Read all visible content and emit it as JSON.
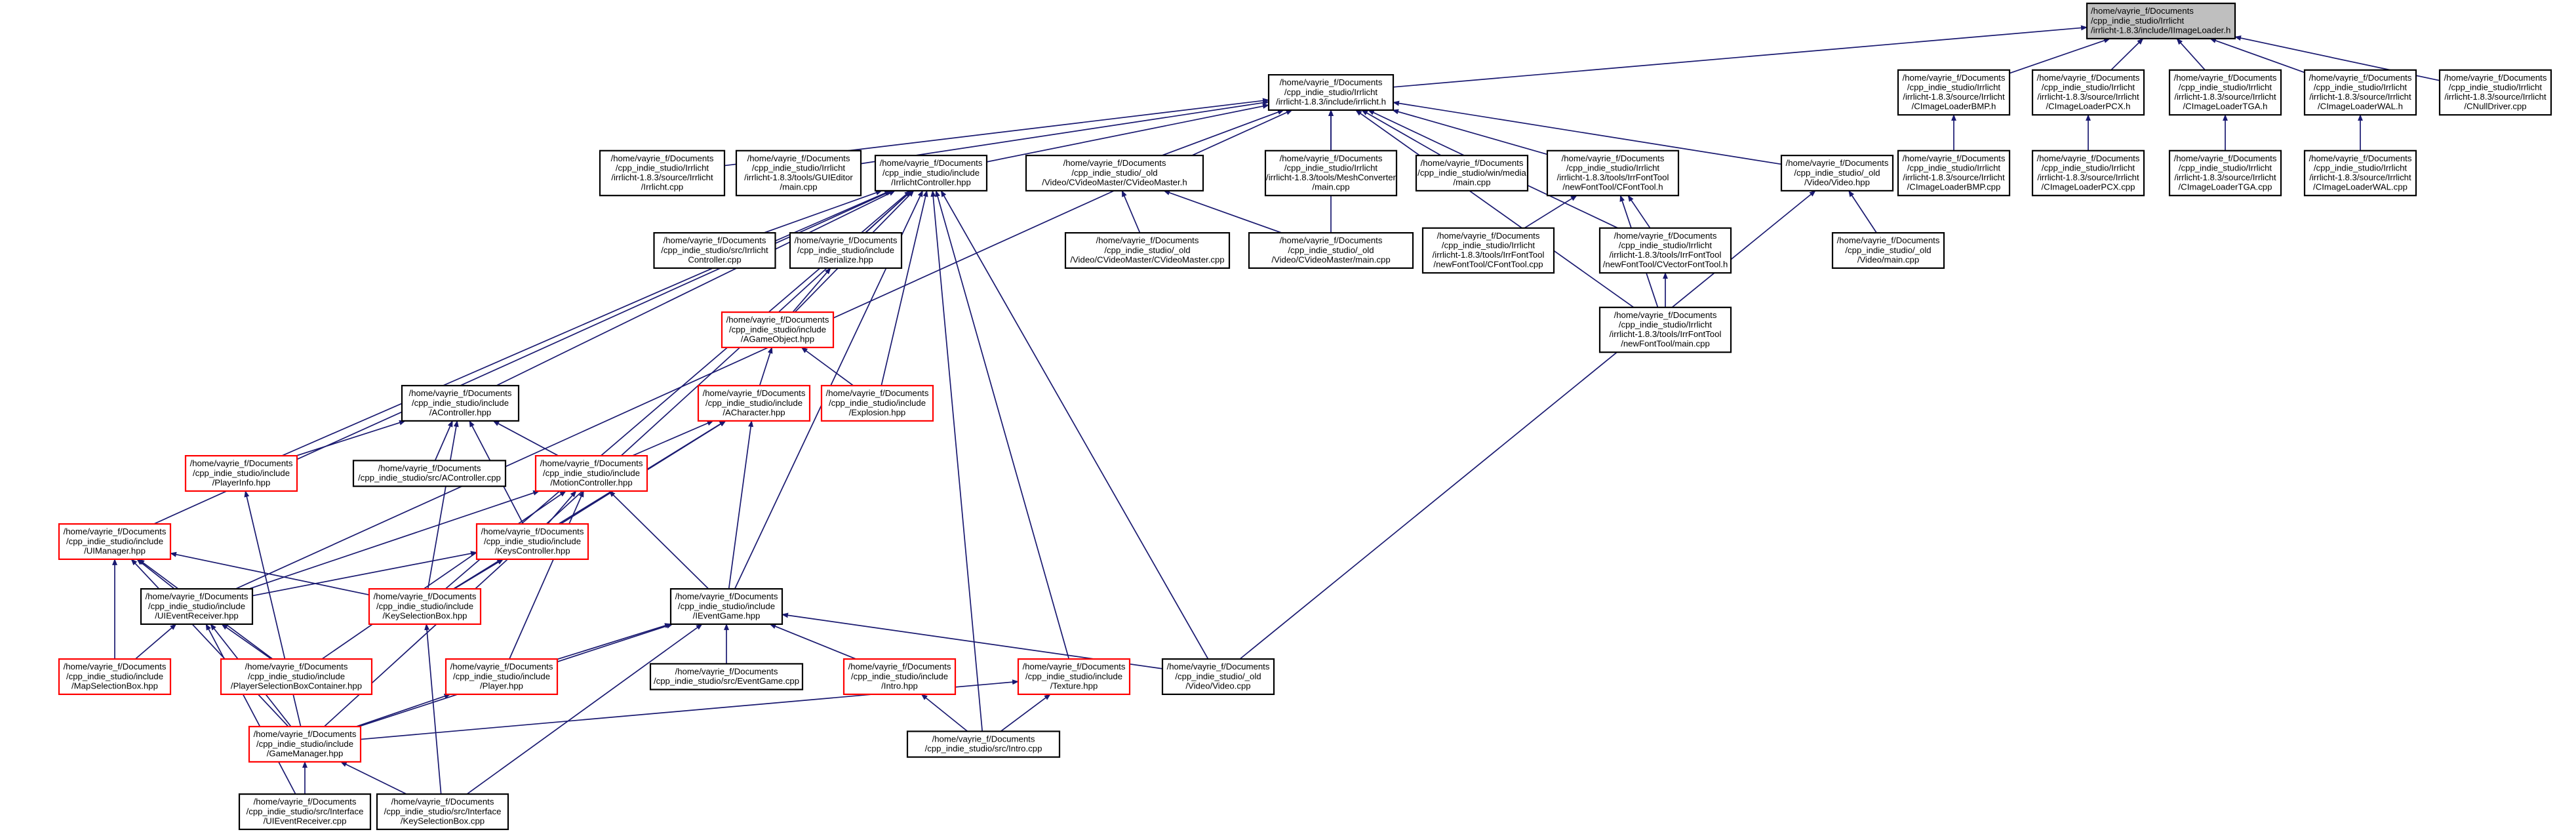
{
  "colors": {
    "edge": "#191970",
    "node_border_normal": "#000000",
    "node_border_truncated": "#ff0000",
    "node_fill": "#ffffff",
    "root_fill": "#bfbfbf"
  },
  "nodes": [
    {
      "id": "root",
      "style": "root",
      "lines": [
        "/home/vayrie_f/Documents",
        "/cpp_indie_studio/Irrlicht",
        "/irrlicht-1.8.3/include/IImageLoader.h"
      ]
    },
    {
      "id": "irrlicht_h",
      "style": "normal",
      "lines": [
        "/home/vayrie_f/Documents",
        "/cpp_indie_studio/Irrlicht",
        "/irrlicht-1.8.3/include/irrlicht.h"
      ]
    },
    {
      "id": "bmp_h",
      "style": "normal",
      "lines": [
        "/home/vayrie_f/Documents",
        "/cpp_indie_studio/Irrlicht",
        "/irrlicht-1.8.3/source/Irrlicht",
        "/CImageLoaderBMP.h"
      ]
    },
    {
      "id": "pcx_h",
      "style": "normal",
      "lines": [
        "/home/vayrie_f/Documents",
        "/cpp_indie_studio/Irrlicht",
        "/irrlicht-1.8.3/source/Irrlicht",
        "/CImageLoaderPCX.h"
      ]
    },
    {
      "id": "tga_h",
      "style": "normal",
      "lines": [
        "/home/vayrie_f/Documents",
        "/cpp_indie_studio/Irrlicht",
        "/irrlicht-1.8.3/source/Irrlicht",
        "/CImageLoaderTGA.h"
      ]
    },
    {
      "id": "wal_h",
      "style": "normal",
      "lines": [
        "/home/vayrie_f/Documents",
        "/cpp_indie_studio/Irrlicht",
        "/irrlicht-1.8.3/source/Irrlicht",
        "/CImageLoaderWAL.h"
      ]
    },
    {
      "id": "nulldriver",
      "style": "normal",
      "lines": [
        "/home/vayrie_f/Documents",
        "/cpp_indie_studio/Irrlicht",
        "/irrlicht-1.8.3/source/Irrlicht",
        "/CNullDriver.cpp"
      ]
    },
    {
      "id": "bmp_cpp",
      "style": "normal",
      "lines": [
        "/home/vayrie_f/Documents",
        "/cpp_indie_studio/Irrlicht",
        "/irrlicht-1.8.3/source/Irrlicht",
        "/CImageLoaderBMP.cpp"
      ]
    },
    {
      "id": "pcx_cpp",
      "style": "normal",
      "lines": [
        "/home/vayrie_f/Documents",
        "/cpp_indie_studio/Irrlicht",
        "/irrlicht-1.8.3/source/Irrlicht",
        "/CImageLoaderPCX.cpp"
      ]
    },
    {
      "id": "tga_cpp",
      "style": "normal",
      "lines": [
        "/home/vayrie_f/Documents",
        "/cpp_indie_studio/Irrlicht",
        "/irrlicht-1.8.3/source/Irrlicht",
        "/CImageLoaderTGA.cpp"
      ]
    },
    {
      "id": "wal_cpp",
      "style": "normal",
      "lines": [
        "/home/vayrie_f/Documents",
        "/cpp_indie_studio/Irrlicht",
        "/irrlicht-1.8.3/source/Irrlicht",
        "/CImageLoaderWAL.cpp"
      ]
    },
    {
      "id": "irrlicht_cpp",
      "style": "normal",
      "lines": [
        "/home/vayrie_f/Documents",
        "/cpp_indie_studio/Irrlicht",
        "/irrlicht-1.8.3/source/Irrlicht",
        "/Irrlicht.cpp"
      ]
    },
    {
      "id": "guieditor",
      "style": "normal",
      "lines": [
        "/home/vayrie_f/Documents",
        "/cpp_indie_studio/Irrlicht",
        "/irrlicht-1.8.3/tools/GUIEditor",
        "/main.cpp"
      ]
    },
    {
      "id": "irrcontroller_hpp",
      "style": "normal",
      "lines": [
        "/home/vayrie_f/Documents",
        "/cpp_indie_studio/include",
        "/IrrlichtController.hpp"
      ]
    },
    {
      "id": "cvideomaster_h",
      "style": "normal",
      "lines": [
        "/home/vayrie_f/Documents",
        "/cpp_indie_studio/_old",
        "/Video/CVideoMaster/CVideoMaster.h"
      ]
    },
    {
      "id": "meshconv",
      "style": "normal",
      "lines": [
        "/home/vayrie_f/Documents",
        "/cpp_indie_studio/Irrlicht",
        "/irrlicht-1.8.3/tools/MeshConverter",
        "/main.cpp"
      ]
    },
    {
      "id": "winmedia",
      "style": "normal",
      "lines": [
        "/home/vayrie_f/Documents",
        "/cpp_indie_studio/win/media",
        "/main.cpp"
      ]
    },
    {
      "id": "cfonttool_h",
      "style": "normal",
      "lines": [
        "/home/vayrie_f/Documents",
        "/cpp_indie_studio/Irrlicht",
        "/irrlicht-1.8.3/tools/IrrFontTool",
        "/newFontTool/CFontTool.h"
      ]
    },
    {
      "id": "video_hpp",
      "style": "normal",
      "lines": [
        "/home/vayrie_f/Documents",
        "/cpp_indie_studio/_old",
        "/Video/Video.hpp"
      ]
    },
    {
      "id": "irrcontroller_cpp",
      "style": "normal",
      "lines": [
        "/home/vayrie_f/Documents",
        "/cpp_indie_studio/src/Irrlicht",
        "Controller.cpp"
      ]
    },
    {
      "id": "iserialize",
      "style": "normal",
      "lines": [
        "/home/vayrie_f/Documents",
        "/cpp_indie_studio/include",
        "/ISerialize.hpp"
      ]
    },
    {
      "id": "cvideomaster_cpp",
      "style": "normal",
      "lines": [
        "/home/vayrie_f/Documents",
        "/cpp_indie_studio/_old",
        "/Video/CVideoMaster/CVideoMaster.cpp"
      ]
    },
    {
      "id": "cvideomaster_main",
      "style": "normal",
      "lines": [
        "/home/vayrie_f/Documents",
        "/cpp_indie_studio/_old",
        "/Video/CVideoMaster/main.cpp"
      ]
    },
    {
      "id": "cfonttool_cpp",
      "style": "normal",
      "lines": [
        "/home/vayrie_f/Documents",
        "/cpp_indie_studio/Irrlicht",
        "/irrlicht-1.8.3/tools/IrrFontTool",
        "/newFontTool/CFontTool.cpp"
      ]
    },
    {
      "id": "cvectorfonttool_h",
      "style": "normal",
      "lines": [
        "/home/vayrie_f/Documents",
        "/cpp_indie_studio/Irrlicht",
        "/irrlicht-1.8.3/tools/IrrFontTool",
        "/newFontTool/CVectorFontTool.h"
      ]
    },
    {
      "id": "video_main",
      "style": "normal",
      "lines": [
        "/home/vayrie_f/Documents",
        "/cpp_indie_studio/_old",
        "/Video/main.cpp"
      ]
    },
    {
      "id": "agameobject",
      "style": "truncated",
      "lines": [
        "/home/vayrie_f/Documents",
        "/cpp_indie_studio/include",
        "/AGameObject.hpp"
      ]
    },
    {
      "id": "fonttool_main",
      "style": "normal",
      "lines": [
        "/home/vayrie_f/Documents",
        "/cpp_indie_studio/Irrlicht",
        "/irrlicht-1.8.3/tools/IrrFontTool",
        "/newFontTool/main.cpp"
      ]
    },
    {
      "id": "acontroller",
      "style": "normal",
      "lines": [
        "/home/vayrie_f/Documents",
        "/cpp_indie_studio/include",
        "/AController.hpp"
      ]
    },
    {
      "id": "acharacter",
      "style": "truncated",
      "lines": [
        "/home/vayrie_f/Documents",
        "/cpp_indie_studio/include",
        "/ACharacter.hpp"
      ]
    },
    {
      "id": "explosion",
      "style": "truncated",
      "lines": [
        "/home/vayrie_f/Documents",
        "/cpp_indie_studio/include",
        "/Explosion.hpp"
      ]
    },
    {
      "id": "playerinfo",
      "style": "truncated",
      "lines": [
        "/home/vayrie_f/Documents",
        "/cpp_indie_studio/include",
        "/PlayerInfo.hpp"
      ]
    },
    {
      "id": "acontroller_cpp",
      "style": "normal",
      "lines": [
        "/home/vayrie_f/Documents",
        "/cpp_indie_studio/src/AController.cpp"
      ]
    },
    {
      "id": "motioncontroller",
      "style": "truncated",
      "lines": [
        "/home/vayrie_f/Documents",
        "/cpp_indie_studio/include",
        "/MotionController.hpp"
      ]
    },
    {
      "id": "uimanager",
      "style": "truncated",
      "lines": [
        "/home/vayrie_f/Documents",
        "/cpp_indie_studio/include",
        "/UIManager.hpp"
      ]
    },
    {
      "id": "keyscontroller",
      "style": "truncated",
      "lines": [
        "/home/vayrie_f/Documents",
        "/cpp_indie_studio/include",
        "/KeysController.hpp"
      ]
    },
    {
      "id": "uieventreceiver",
      "style": "normal",
      "lines": [
        "/home/vayrie_f/Documents",
        "/cpp_indie_studio/include",
        "/UIEventReceiver.hpp"
      ]
    },
    {
      "id": "keyselectionbox",
      "style": "truncated",
      "lines": [
        "/home/vayrie_f/Documents",
        "/cpp_indie_studio/include",
        "/KeySelectionBox.hpp"
      ]
    },
    {
      "id": "ieventgame",
      "style": "normal",
      "lines": [
        "/home/vayrie_f/Documents",
        "/cpp_indie_studio/include",
        "/IEventGame.hpp"
      ]
    },
    {
      "id": "mapselectionbox",
      "style": "truncated",
      "lines": [
        "/home/vayrie_f/Documents",
        "/cpp_indie_studio/include",
        "/MapSelectionBox.hpp"
      ]
    },
    {
      "id": "playerselectionbox",
      "style": "truncated",
      "lines": [
        "/home/vayrie_f/Documents",
        "/cpp_indie_studio/include",
        "/PlayerSelectionBoxContainer.hpp"
      ]
    },
    {
      "id": "player",
      "style": "truncated",
      "lines": [
        "/home/vayrie_f/Documents",
        "/cpp_indie_studio/include",
        "/Player.hpp"
      ]
    },
    {
      "id": "eventgame_cpp",
      "style": "normal",
      "lines": [
        "/home/vayrie_f/Documents",
        "/cpp_indie_studio/src/EventGame.cpp"
      ]
    },
    {
      "id": "intro_hpp",
      "style": "truncated",
      "lines": [
        "/home/vayrie_f/Documents",
        "/cpp_indie_studio/include",
        "/Intro.hpp"
      ]
    },
    {
      "id": "texture",
      "style": "truncated",
      "lines": [
        "/home/vayrie_f/Documents",
        "/cpp_indie_studio/include",
        "/Texture.hpp"
      ]
    },
    {
      "id": "video_cpp",
      "style": "normal",
      "lines": [
        "/home/vayrie_f/Documents",
        "/cpp_indie_studio/_old",
        "/Video/Video.cpp"
      ]
    },
    {
      "id": "gamemanager",
      "style": "truncated",
      "lines": [
        "/home/vayrie_f/Documents",
        "/cpp_indie_studio/include",
        "/GameManager.hpp"
      ]
    },
    {
      "id": "intro_cpp",
      "style": "normal",
      "lines": [
        "/home/vayrie_f/Documents",
        "/cpp_indie_studio/src/Intro.cpp"
      ]
    },
    {
      "id": "uieventreceiver_cpp",
      "style": "normal",
      "lines": [
        "/home/vayrie_f/Documents",
        "/cpp_indie_studio/src/Interface",
        "/UIEventReceiver.cpp"
      ]
    },
    {
      "id": "keyselectionbox_cpp",
      "style": "normal",
      "lines": [
        "/home/vayrie_f/Documents",
        "/cpp_indie_studio/src/Interface",
        "/KeySelectionBox.cpp"
      ]
    }
  ],
  "edges": [
    [
      "irrlicht_h",
      "root"
    ],
    [
      "bmp_h",
      "root"
    ],
    [
      "pcx_h",
      "root"
    ],
    [
      "tga_h",
      "root"
    ],
    [
      "wal_h",
      "root"
    ],
    [
      "nulldriver",
      "root"
    ],
    [
      "bmp_cpp",
      "bmp_h"
    ],
    [
      "pcx_cpp",
      "pcx_h"
    ],
    [
      "tga_cpp",
      "tga_h"
    ],
    [
      "wal_cpp",
      "wal_h"
    ],
    [
      "irrlicht_cpp",
      "irrlicht_h"
    ],
    [
      "guieditor",
      "irrlicht_h"
    ],
    [
      "irrcontroller_hpp",
      "irrlicht_h"
    ],
    [
      "cvideomaster_h",
      "irrlicht_h"
    ],
    [
      "meshconv",
      "irrlicht_h"
    ],
    [
      "winmedia",
      "irrlicht_h"
    ],
    [
      "cfonttool_h",
      "irrlicht_h"
    ],
    [
      "video_hpp",
      "irrlicht_h"
    ],
    [
      "cvideomaster_main",
      "irrlicht_h"
    ],
    [
      "cvectorfonttool_h",
      "irrlicht_h"
    ],
    [
      "fonttool_main",
      "irrlicht_h"
    ],
    [
      "uieventreceiver",
      "irrlicht_h"
    ],
    [
      "irrcontroller_cpp",
      "irrcontroller_hpp"
    ],
    [
      "iserialize",
      "irrcontroller_hpp"
    ],
    [
      "agameobject",
      "irrcontroller_hpp"
    ],
    [
      "acontroller",
      "irrcontroller_hpp"
    ],
    [
      "explosion",
      "irrcontroller_hpp"
    ],
    [
      "playerinfo",
      "irrcontroller_hpp"
    ],
    [
      "uimanager",
      "irrcontroller_hpp"
    ],
    [
      "keyselectionbox",
      "irrcontroller_hpp"
    ],
    [
      "ieventgame",
      "irrcontroller_hpp"
    ],
    [
      "gamemanager",
      "irrcontroller_hpp"
    ],
    [
      "intro_cpp",
      "irrcontroller_hpp"
    ],
    [
      "texture",
      "irrcontroller_hpp"
    ],
    [
      "video_cpp",
      "irrcontroller_hpp"
    ],
    [
      "cvideomaster_cpp",
      "cvideomaster_h"
    ],
    [
      "cvideomaster_main",
      "cvideomaster_h"
    ],
    [
      "cfonttool_cpp",
      "cfonttool_h"
    ],
    [
      "cvectorfonttool_h",
      "cfonttool_h"
    ],
    [
      "fonttool_main",
      "cfonttool_h"
    ],
    [
      "fonttool_main",
      "cvectorfonttool_h"
    ],
    [
      "video_main",
      "video_hpp"
    ],
    [
      "video_cpp",
      "video_hpp"
    ],
    [
      "agameobject",
      "iserialize"
    ],
    [
      "acharacter",
      "agameobject"
    ],
    [
      "explosion",
      "agameobject"
    ],
    [
      "playerinfo",
      "acontroller"
    ],
    [
      "acontroller_cpp",
      "acontroller"
    ],
    [
      "motioncontroller",
      "acontroller"
    ],
    [
      "keyscontroller",
      "acontroller"
    ],
    [
      "keyselectionbox",
      "acontroller"
    ],
    [
      "motioncontroller",
      "acharacter"
    ],
    [
      "keyscontroller",
      "acharacter"
    ],
    [
      "ieventgame",
      "acharacter"
    ],
    [
      "keyselectionbox",
      "acharacter"
    ],
    [
      "keyscontroller",
      "motioncontroller"
    ],
    [
      "uieventreceiver",
      "motioncontroller"
    ],
    [
      "playerselectionbox",
      "motioncontroller"
    ],
    [
      "player",
      "motioncontroller"
    ],
    [
      "ieventgame",
      "motioncontroller"
    ],
    [
      "uieventreceiver",
      "keyscontroller"
    ],
    [
      "keyselectionbox",
      "keyscontroller"
    ],
    [
      "keyselectionbox",
      "uimanager"
    ],
    [
      "mapselectionbox",
      "uimanager"
    ],
    [
      "playerselectionbox",
      "uimanager"
    ],
    [
      "gamemanager",
      "uimanager"
    ],
    [
      "uieventreceiver",
      "uimanager"
    ],
    [
      "mapselectionbox",
      "uieventreceiver"
    ],
    [
      "playerselectionbox",
      "uieventreceiver"
    ],
    [
      "gamemanager",
      "uieventreceiver"
    ],
    [
      "uieventreceiver_cpp",
      "uieventreceiver"
    ],
    [
      "player",
      "ieventgame"
    ],
    [
      "eventgame_cpp",
      "ieventgame"
    ],
    [
      "intro_hpp",
      "ieventgame"
    ],
    [
      "video_cpp",
      "ieventgame"
    ],
    [
      "gamemanager",
      "ieventgame"
    ],
    [
      "keyselectionbox_cpp",
      "ieventgame"
    ],
    [
      "gamemanager",
      "player"
    ],
    [
      "gamemanager",
      "playerinfo"
    ],
    [
      "intro_cpp",
      "intro_hpp"
    ],
    [
      "intro_cpp",
      "texture"
    ],
    [
      "gamemanager",
      "texture"
    ],
    [
      "uieventreceiver_cpp",
      "gamemanager"
    ],
    [
      "keyselectionbox_cpp",
      "gamemanager"
    ],
    [
      "keyselectionbox_cpp",
      "keyselectionbox"
    ]
  ]
}
